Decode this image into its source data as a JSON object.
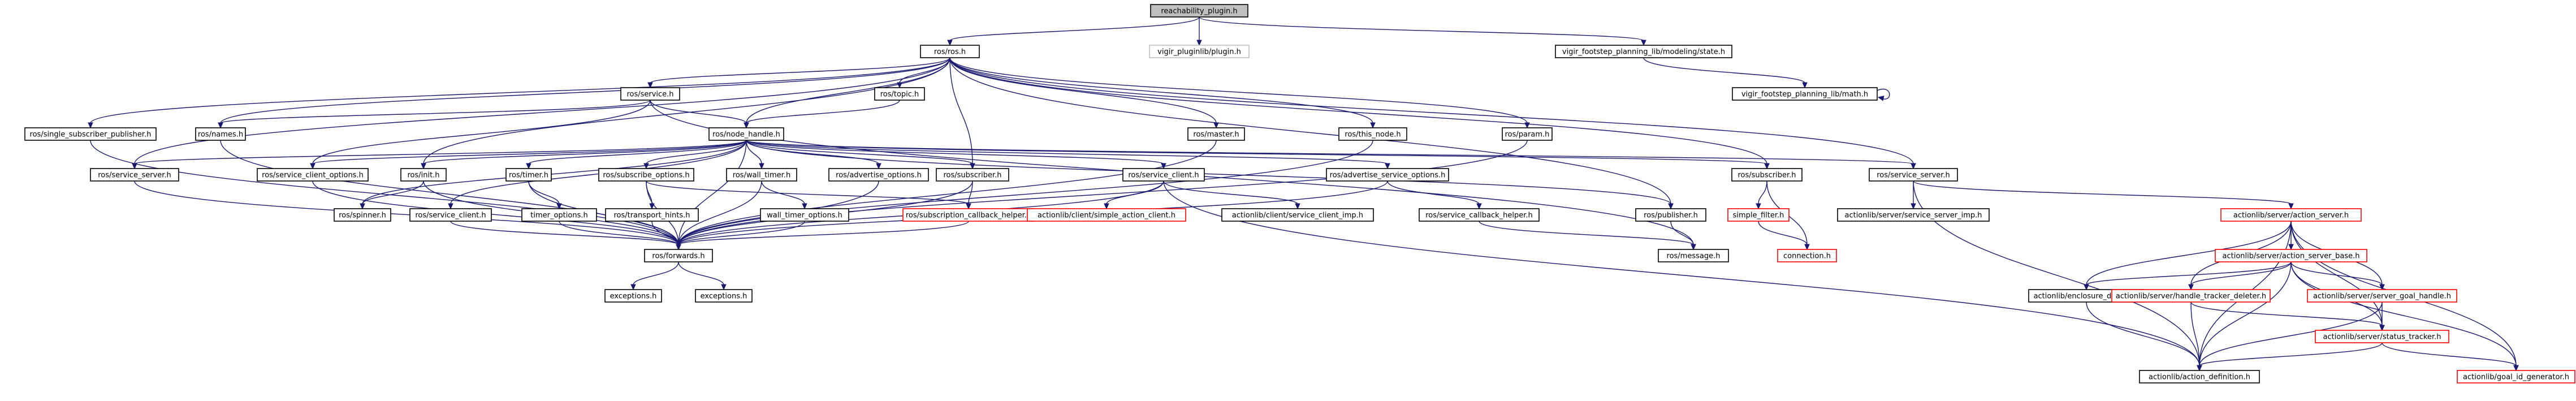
{
  "diagram": {
    "nodes": [
      {
        "id": "reachability_plugin",
        "label": "reachability_plugin.h",
        "style": "root"
      },
      {
        "id": "ros_ros",
        "label": "ros/ros.h",
        "style": "normal"
      },
      {
        "id": "vigir_pluginlib_plugin",
        "label": "vigir_pluginlib/plugin.h",
        "style": "grey"
      },
      {
        "id": "vigir_state",
        "label": "vigir_footstep_planning_lib/modeling/state.h",
        "style": "normal"
      },
      {
        "id": "vigir_math",
        "label": "vigir_footstep_planning_lib/math.h",
        "style": "normal"
      },
      {
        "id": "single_subscriber_publisher",
        "label": "ros/single_subscriber_publisher.h",
        "style": "normal"
      },
      {
        "id": "service",
        "label": "ros/service.h",
        "style": "normal"
      },
      {
        "id": "topic",
        "label": "ros/topic.h",
        "style": "normal"
      },
      {
        "id": "param",
        "label": "ros/param.h",
        "style": "normal"
      },
      {
        "id": "names",
        "label": "ros/names.h",
        "style": "normal"
      },
      {
        "id": "node_handle",
        "label": "ros/node_handle.h",
        "style": "normal"
      },
      {
        "id": "master",
        "label": "ros/master.h",
        "style": "normal"
      },
      {
        "id": "this_node",
        "label": "ros/this_node.h",
        "style": "normal"
      },
      {
        "id": "service_server",
        "label": "ros/service_server.h",
        "style": "normal"
      },
      {
        "id": "service_client_options",
        "label": "ros/service_client_options.h",
        "style": "normal"
      },
      {
        "id": "init",
        "label": "ros/init.h",
        "style": "normal"
      },
      {
        "id": "timer",
        "label": "ros/timer.h",
        "style": "normal"
      },
      {
        "id": "subscribe_options",
        "label": "ros/subscribe_options.h",
        "style": "normal"
      },
      {
        "id": "wall_timer",
        "label": "ros/wall_timer.h",
        "style": "normal"
      },
      {
        "id": "advertise_options",
        "label": "ros/advertise_options.h",
        "style": "normal"
      },
      {
        "id": "subscriber",
        "label": "ros/subscriber.h",
        "style": "normal"
      },
      {
        "id": "service_client",
        "label": "ros/service_client.h",
        "style": "normal"
      },
      {
        "id": "advertise_service_options",
        "label": "ros/advertise_service_options.h",
        "style": "normal"
      },
      {
        "id": "msg_subscriber",
        "label": "ros/subscriber.h",
        "style": "normal"
      },
      {
        "id": "msg_service_server",
        "label": "ros/service_server.h",
        "style": "normal"
      },
      {
        "id": "spinner",
        "label": "ros/spinner.h",
        "style": "normal"
      },
      {
        "id": "rs_service_client",
        "label": "ros/service_client.h",
        "style": "normal"
      },
      {
        "id": "timer_options",
        "label": "timer_options.h",
        "style": "normal"
      },
      {
        "id": "transport_hints",
        "label": "ros/transport_hints.h",
        "style": "normal"
      },
      {
        "id": "wall_timer_options",
        "label": "wall_timer_options.h",
        "style": "normal"
      },
      {
        "id": "subscription_callback_helper",
        "label": "ros/subscription_callback_helper.h",
        "style": "red"
      },
      {
        "id": "simple_action_client",
        "label": "actionlib/client/simple_action_client.h",
        "style": "red"
      },
      {
        "id": "service_client_imp",
        "label": "actionlib/client/service_client_imp.h",
        "style": "normal"
      },
      {
        "id": "service_callback_helper",
        "label": "ros/service_callback_helper.h",
        "style": "normal"
      },
      {
        "id": "publisher",
        "label": "ros/publisher.h",
        "style": "normal"
      },
      {
        "id": "simple_filter",
        "label": "simple_filter.h",
        "style": "red"
      },
      {
        "id": "service_server_imp",
        "label": "actionlib/server/service_server_imp.h",
        "style": "normal"
      },
      {
        "id": "action_server",
        "label": "actionlib/server/action_server.h",
        "style": "red"
      },
      {
        "id": "forwards",
        "label": "ros/forwards.h",
        "style": "normal"
      },
      {
        "id": "message",
        "label": "ros/message.h",
        "style": "normal"
      },
      {
        "id": "connection",
        "label": "connection.h",
        "style": "red"
      },
      {
        "id": "action_server_base",
        "label": "actionlib/server/action_server_base.h",
        "style": "red"
      },
      {
        "id": "exceptions1",
        "label": "exceptions.h",
        "style": "normal"
      },
      {
        "id": "exceptions2",
        "label": "exceptions.h",
        "style": "normal"
      },
      {
        "id": "enclosure_deleter",
        "label": "actionlib/enclosure_deleter.h",
        "style": "normal"
      },
      {
        "id": "handle_tracker_deleter",
        "label": "actionlib/server/handle_tracker_deleter.h",
        "style": "red"
      },
      {
        "id": "server_goal_handle",
        "label": "actionlib/server/server_goal_handle.h",
        "style": "red"
      },
      {
        "id": "status_tracker",
        "label": "actionlib/server/status_tracker.h",
        "style": "red"
      },
      {
        "id": "action_definition",
        "label": "actionlib/action_definition.h",
        "style": "normal"
      },
      {
        "id": "goal_id_generator",
        "label": "actionlib/goal_id_generator.h",
        "style": "red"
      }
    ],
    "edges": [
      [
        "reachability_plugin",
        "ros_ros"
      ],
      [
        "reachability_plugin",
        "vigir_pluginlib_plugin"
      ],
      [
        "reachability_plugin",
        "vigir_state"
      ],
      [
        "vigir_state",
        "vigir_math"
      ],
      [
        "vigir_math",
        "vigir_math"
      ],
      [
        "ros_ros",
        "single_subscriber_publisher"
      ],
      [
        "ros_ros",
        "service"
      ],
      [
        "ros_ros",
        "topic"
      ],
      [
        "ros_ros",
        "param"
      ],
      [
        "ros_ros",
        "names"
      ],
      [
        "ros_ros",
        "node_handle"
      ],
      [
        "ros_ros",
        "master"
      ],
      [
        "ros_ros",
        "this_node"
      ],
      [
        "ros_ros",
        "service_server"
      ],
      [
        "ros_ros",
        "init"
      ],
      [
        "ros_ros",
        "subscriber"
      ],
      [
        "ros_ros",
        "publisher"
      ],
      [
        "ros_ros",
        "msg_subscriber"
      ],
      [
        "ros_ros",
        "msg_service_server"
      ],
      [
        "service",
        "names"
      ],
      [
        "service",
        "node_handle"
      ],
      [
        "service",
        "service_client_options"
      ],
      [
        "service",
        "message"
      ],
      [
        "topic",
        "node_handle"
      ],
      [
        "node_handle",
        "service_server"
      ],
      [
        "node_handle",
        "service_client_options"
      ],
      [
        "node_handle",
        "init"
      ],
      [
        "node_handle",
        "timer"
      ],
      [
        "node_handle",
        "subscribe_options"
      ],
      [
        "node_handle",
        "wall_timer"
      ],
      [
        "node_handle",
        "advertise_options"
      ],
      [
        "node_handle",
        "subscriber"
      ],
      [
        "node_handle",
        "service_client"
      ],
      [
        "node_handle",
        "advertise_service_options"
      ],
      [
        "node_handle",
        "msg_subscriber"
      ],
      [
        "node_handle",
        "msg_service_server"
      ],
      [
        "node_handle",
        "spinner"
      ],
      [
        "node_handle",
        "rs_service_client"
      ],
      [
        "node_handle",
        "forwards"
      ],
      [
        "node_handle",
        "publisher"
      ],
      [
        "names",
        "forwards"
      ],
      [
        "master",
        "forwards"
      ],
      [
        "this_node",
        "forwards"
      ],
      [
        "param",
        "forwards"
      ],
      [
        "single_subscriber_publisher",
        "forwards"
      ],
      [
        "service_server",
        "forwards"
      ],
      [
        "service_client_options",
        "forwards"
      ],
      [
        "init",
        "spinner"
      ],
      [
        "init",
        "forwards"
      ],
      [
        "timer",
        "timer_options"
      ],
      [
        "timer",
        "forwards"
      ],
      [
        "subscribe_options",
        "transport_hints"
      ],
      [
        "subscribe_options",
        "subscription_callback_helper"
      ],
      [
        "subscribe_options",
        "forwards"
      ],
      [
        "wall_timer",
        "wall_timer_options"
      ],
      [
        "wall_timer",
        "forwards"
      ],
      [
        "advertise_options",
        "forwards"
      ],
      [
        "subscriber",
        "subscription_callback_helper"
      ],
      [
        "subscriber",
        "forwards"
      ],
      [
        "service_client",
        "simple_action_client"
      ],
      [
        "service_client",
        "service_client_imp"
      ],
      [
        "service_client",
        "forwards"
      ],
      [
        "advertise_service_options",
        "service_callback_helper"
      ],
      [
        "advertise_service_options",
        "forwards"
      ],
      [
        "msg_subscriber",
        "simple_filter"
      ],
      [
        "msg_subscriber",
        "connection"
      ],
      [
        "simple_filter",
        "connection"
      ],
      [
        "msg_service_server",
        "service_server_imp"
      ],
      [
        "msg_service_server",
        "action_server"
      ],
      [
        "msg_service_server",
        "action_definition"
      ],
      [
        "timer_options",
        "forwards"
      ],
      [
        "transport_hints",
        "forwards"
      ],
      [
        "wall_timer_options",
        "forwards"
      ],
      [
        "subscription_callback_helper",
        "forwards"
      ],
      [
        "service_callback_helper",
        "message"
      ],
      [
        "publisher",
        "message"
      ],
      [
        "rs_service_client",
        "forwards"
      ],
      [
        "forwards",
        "exceptions1"
      ],
      [
        "forwards",
        "exceptions2"
      ],
      [
        "service_client",
        "action_definition"
      ],
      [
        "action_server",
        "action_server_base"
      ],
      [
        "action_server",
        "enclosure_deleter"
      ],
      [
        "action_server",
        "handle_tracker_deleter"
      ],
      [
        "action_server",
        "server_goal_handle"
      ],
      [
        "action_server",
        "status_tracker"
      ],
      [
        "action_server",
        "action_definition"
      ],
      [
        "action_server",
        "goal_id_generator"
      ],
      [
        "action_server_base",
        "enclosure_deleter"
      ],
      [
        "action_server_base",
        "handle_tracker_deleter"
      ],
      [
        "action_server_base",
        "server_goal_handle"
      ],
      [
        "action_server_base",
        "status_tracker"
      ],
      [
        "action_server_base",
        "action_definition"
      ],
      [
        "action_server_base",
        "goal_id_generator"
      ],
      [
        "handle_tracker_deleter",
        "status_tracker"
      ],
      [
        "handle_tracker_deleter",
        "action_definition"
      ],
      [
        "server_goal_handle",
        "status_tracker"
      ],
      [
        "server_goal_handle",
        "action_definition"
      ],
      [
        "status_tracker",
        "action_definition"
      ],
      [
        "status_tracker",
        "goal_id_generator"
      ],
      [
        "enclosure_deleter",
        "action_definition"
      ]
    ]
  }
}
